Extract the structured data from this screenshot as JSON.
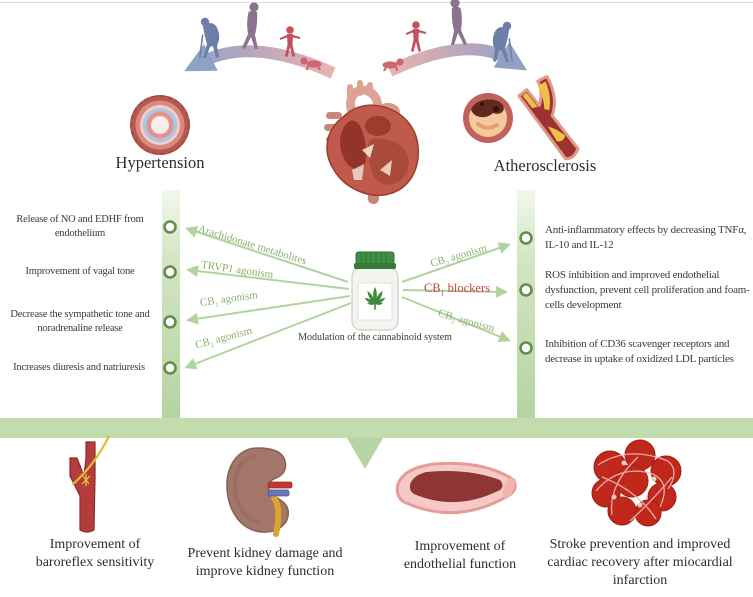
{
  "figure": {
    "conditions": {
      "left": "Hypertension",
      "right": "Atherosclerosis"
    },
    "caption": "Modulation of the cannabinoid system"
  },
  "hypertension": {
    "effects": [
      "Release of NO and EDHF from endothelium",
      "Improvement of vagal tone",
      "Decrease the sympathetic tone and noradrenaline release",
      "Increases diuresis and natriuresis"
    ],
    "mechanisms": [
      {
        "pre": "Arachidonate metabolites",
        "sub": "",
        "post": ""
      },
      {
        "pre": "TRVP1 agonism",
        "sub": "",
        "post": ""
      },
      {
        "pre": "CB",
        "sub": "1",
        "post": " agonism"
      },
      {
        "pre": "CB",
        "sub": "1",
        "post": " agonism"
      }
    ]
  },
  "atherosclerosis": {
    "effects": [
      "Anti-inflammatory effects by decreasing TNFα, IL-10 and IL-12",
      "ROS inhibition and improved endothelial dysfunction, prevent cell proliferation and foam-cells development",
      "Inhibition of CD36 scavenger receptors and decrease in uptake of oxidized LDL particles"
    ],
    "mechanisms": [
      {
        "pre": "CB",
        "sub": "2",
        "post": " agonism"
      },
      {
        "pre": "CB",
        "sub": "1",
        "post": " blockers"
      },
      {
        "pre": "CB",
        "sub": "2",
        "post": " agonism"
      }
    ]
  },
  "outcomes": [
    {
      "label": "Improvement of baroreflex sensitivity",
      "icon": "baroreflex-artery-icon"
    },
    {
      "label": "Prevent kidney damage and improve kidney function",
      "icon": "kidney-icon"
    },
    {
      "label": "Improvement of endothelial function",
      "icon": "endothelial-vessel-icon"
    },
    {
      "label": "Stroke prevention and improved cardiac recovery after miocardial infarction",
      "icon": "blood-clot-icon"
    }
  ],
  "colors": {
    "band_green": "#c2dcae",
    "bar_green": "#b5d3a1",
    "arrow_green": "#a9cf93",
    "text_green": "#8ab06c",
    "text_red": "#c04742",
    "aging_arrow_blue": "#8fa2c6",
    "aging_arrow_pink": "#e9b3ae",
    "bullet_ring_green": "#628e4d"
  }
}
